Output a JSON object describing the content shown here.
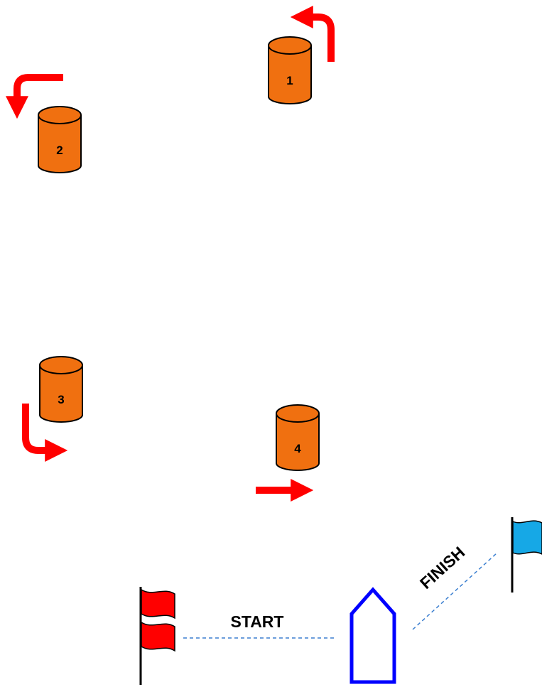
{
  "diagram": {
    "buoys": [
      {
        "label": "1",
        "turn": "left"
      },
      {
        "label": "2",
        "turn": "left"
      },
      {
        "label": "3",
        "turn": "left"
      },
      {
        "label": "4",
        "turn": "straight"
      }
    ],
    "start": {
      "label": "START"
    },
    "finish": {
      "label": "FINISH"
    },
    "colors": {
      "buoy_fill": "#f07010",
      "buoy_stroke": "#000000",
      "arrow": "#ff0000",
      "start_flag": "#ff0000",
      "finish_flag": "#16a8e6",
      "boat": "#0000ff",
      "line": "#3b7fd0"
    },
    "icons": {
      "buoy": "cylinder-buoy-icon",
      "turn_arrow": "curved-arrow-icon",
      "start_flag": "red-flag-icon",
      "finish_flag": "blue-flag-icon",
      "boat": "boat-icon"
    }
  }
}
